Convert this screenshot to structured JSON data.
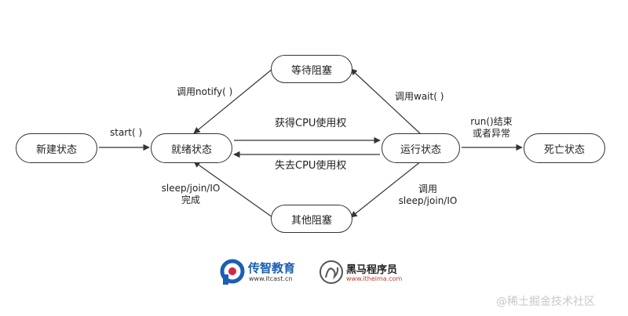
{
  "states": {
    "new": "新建状态",
    "ready": "就绪状态",
    "running": "运行状态",
    "dead": "死亡状态",
    "waiting": "等待阻塞",
    "other_blocked": "其他阻塞"
  },
  "transitions": {
    "start": "start( )",
    "get_cpu": "获得CPU使用权",
    "lose_cpu": "失去CPU使用权",
    "notify": "调用notify( )",
    "wait": "调用wait( )",
    "run_end_line1": "run()结束",
    "run_end_line2": "或者异常",
    "sleep_call_line1": "调用",
    "sleep_call_line2": "sleep/join/IO",
    "sleep_done_line1": "sleep/join/IO",
    "sleep_done_line2": "完成"
  },
  "brands": {
    "itcast_name": "传智教育",
    "itcast_url": "www.itcast.cn",
    "itheima_name": "黑马程序员",
    "itheima_url": "www.itheima.com"
  },
  "watermark": "@稀土掘金技术社区",
  "colors": {
    "line": "#333333",
    "itcast_blue": "#1a5fb4",
    "itcast_red": "#d7263d",
    "itheima_red": "#c0392b",
    "watermark": "#c8c8c8"
  }
}
